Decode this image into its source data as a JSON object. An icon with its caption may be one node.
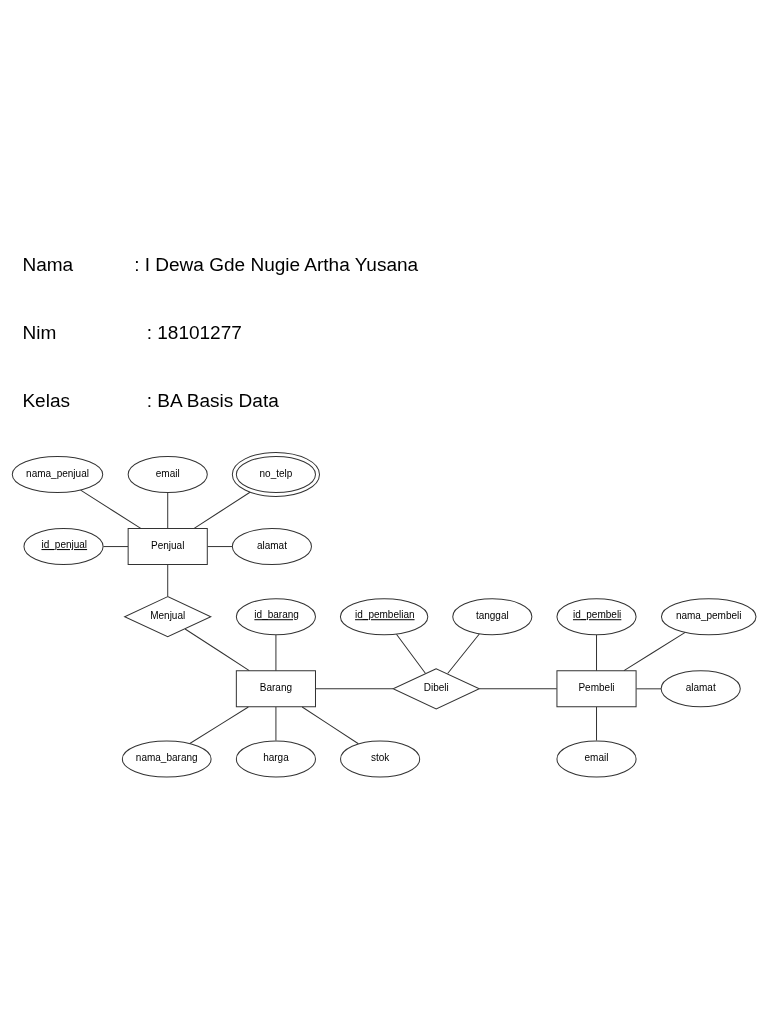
{
  "diagram": {
    "nodes": [
      {
        "text": [
          "nama_penjual"
        ]
      },
      {
        "text": [
          "email"
        ]
      },
      {
        "text": [
          "no_telp"
        ]
      },
      {
        "text": [
          "id_penjual"
        ]
      },
      {
        "text": [
          "Penjual"
        ]
      },
      {
        "text": [
          "alamat"
        ]
      },
      {
        "text": [
          "id_pembeli"
        ]
      },
      {
        "text": [
          "Menjual"
        ]
      },
      {
        "text": [
          "nama_pembeli"
        ]
      },
      {
        "text": [
          "id_pembelian"
        ]
      },
      {
        "text": [
          "tanggal"
        ]
      },
      {
        "text": [
          "id_barang"
        ]
      },
      {
        "text": [
          "Barang"
        ]
      },
      {
        "text": [
          "Dibeli"
        ]
      },
      {
        "text": [
          "Pembeli"
        ]
      },
      {
        "text": [
          "alamat"
        ]
      },
      {
        "text": [
          "nama_barang"
        ]
      },
      {
        "text": [
          "email"
        ]
      },
      {
        "text": [
          "harga"
        ]
      },
      {
        "text": [
          "stok"
        ]
      }
    ],
    "edges": [
      {
        "from": 0,
        "to": 4,
        "arrow": "none"
      },
      {
        "from": 1,
        "to": 4,
        "arrow": "none"
      },
      {
        "from": 2,
        "to": 4,
        "arrow": "none"
      },
      {
        "from": 3,
        "to": 4,
        "arrow": "none"
      },
      {
        "from": 4,
        "to": 5,
        "arrow": "none"
      },
      {
        "from": 4,
        "to": 7,
        "arrow": "none"
      },
      {
        "from": 7,
        "to": 12,
        "arrow": "none"
      },
      {
        "from": 11,
        "to": 12,
        "arrow": "none"
      },
      {
        "from": 12,
        "to": 16,
        "arrow": "none"
      },
      {
        "from": 12,
        "to": 18,
        "arrow": "none"
      },
      {
        "from": 12,
        "to": 19,
        "arrow": "none"
      },
      {
        "from": 12,
        "to": 13,
        "arrow": "none"
      },
      {
        "from": 9,
        "to": 13,
        "arrow": "none"
      },
      {
        "from": 10,
        "to": 13,
        "arrow": "none"
      },
      {
        "from": 13,
        "to": 14,
        "arrow": "none"
      },
      {
        "from": 6,
        "to": 14,
        "arrow": "none"
      },
      {
        "from": 8,
        "to": 14,
        "arrow": "none"
      },
      {
        "from": 14,
        "to": 15,
        "arrow": "none"
      },
      {
        "from": 14,
        "to": 17,
        "arrow": "none"
      }
    ],
    "labels": [
      "Nama",
      ": I Dewa Gde Nugie Artha Yusana",
      "Nim",
      ": 18101277",
      "Kelas",
      ": BA Basis Data"
    ]
  }
}
